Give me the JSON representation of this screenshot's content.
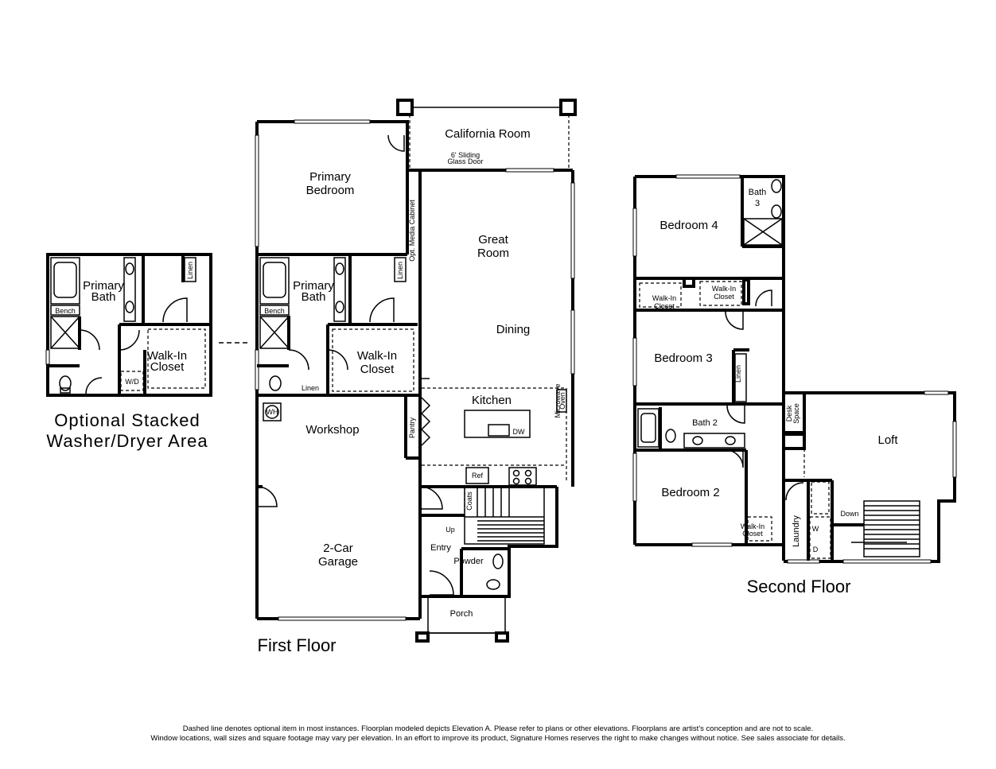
{
  "floors": {
    "first": "First Floor",
    "second": "Second Floor",
    "optional": [
      "Optional Stacked",
      "Washer/Dryer Area"
    ]
  },
  "rooms": {
    "california_room": "California Room",
    "sliding_door": [
      "6' Sliding",
      "Glass Door"
    ],
    "primary_bedroom": [
      "Primary",
      "Bedroom"
    ],
    "opt_media_cabinet": "Opt. Media Cabinet",
    "great_room": [
      "Great",
      "Room"
    ],
    "dining": "Dining",
    "primary_bath": [
      "Primary",
      "Bath"
    ],
    "bench": "Bench",
    "linen": "Linen",
    "walk_in_closet": [
      "Walk-In",
      "Closet"
    ],
    "kitchen": "Kitchen",
    "microwave_oven": [
      "Microwave",
      "Oven"
    ],
    "dw": "DW",
    "pantry": "Pantry",
    "workshop": "Workshop",
    "wh": "WH",
    "ref": "Ref",
    "coats": "Coats",
    "up": "Up",
    "garage": [
      "2-Car",
      "Garage"
    ],
    "entry": "Entry",
    "powder": "Powder",
    "porch": "Porch",
    "wd": "W/D",
    "bedroom_4": "Bedroom 4",
    "bath_3": [
      "Bath",
      "3"
    ],
    "bedroom_3": "Bedroom 3",
    "bath_2": "Bath 2",
    "bedroom_2": "Bedroom 2",
    "desk_space": [
      "Desk",
      "Space"
    ],
    "loft": "Loft",
    "down": "Down",
    "laundry": "Laundry",
    "w": "W",
    "d": "D"
  },
  "footer": [
    "Dashed line denotes optional item in most instances. Floorplan modeled depicts Elevation A. Please refer to plans or other elevations. Floorplans are artist’s conception and are not to scale.",
    "Window locations, wall sizes and square footage may vary per elevation. In an effort to improve its product, Signature Homes reserves the right to make changes without notice. See sales associate for details."
  ]
}
